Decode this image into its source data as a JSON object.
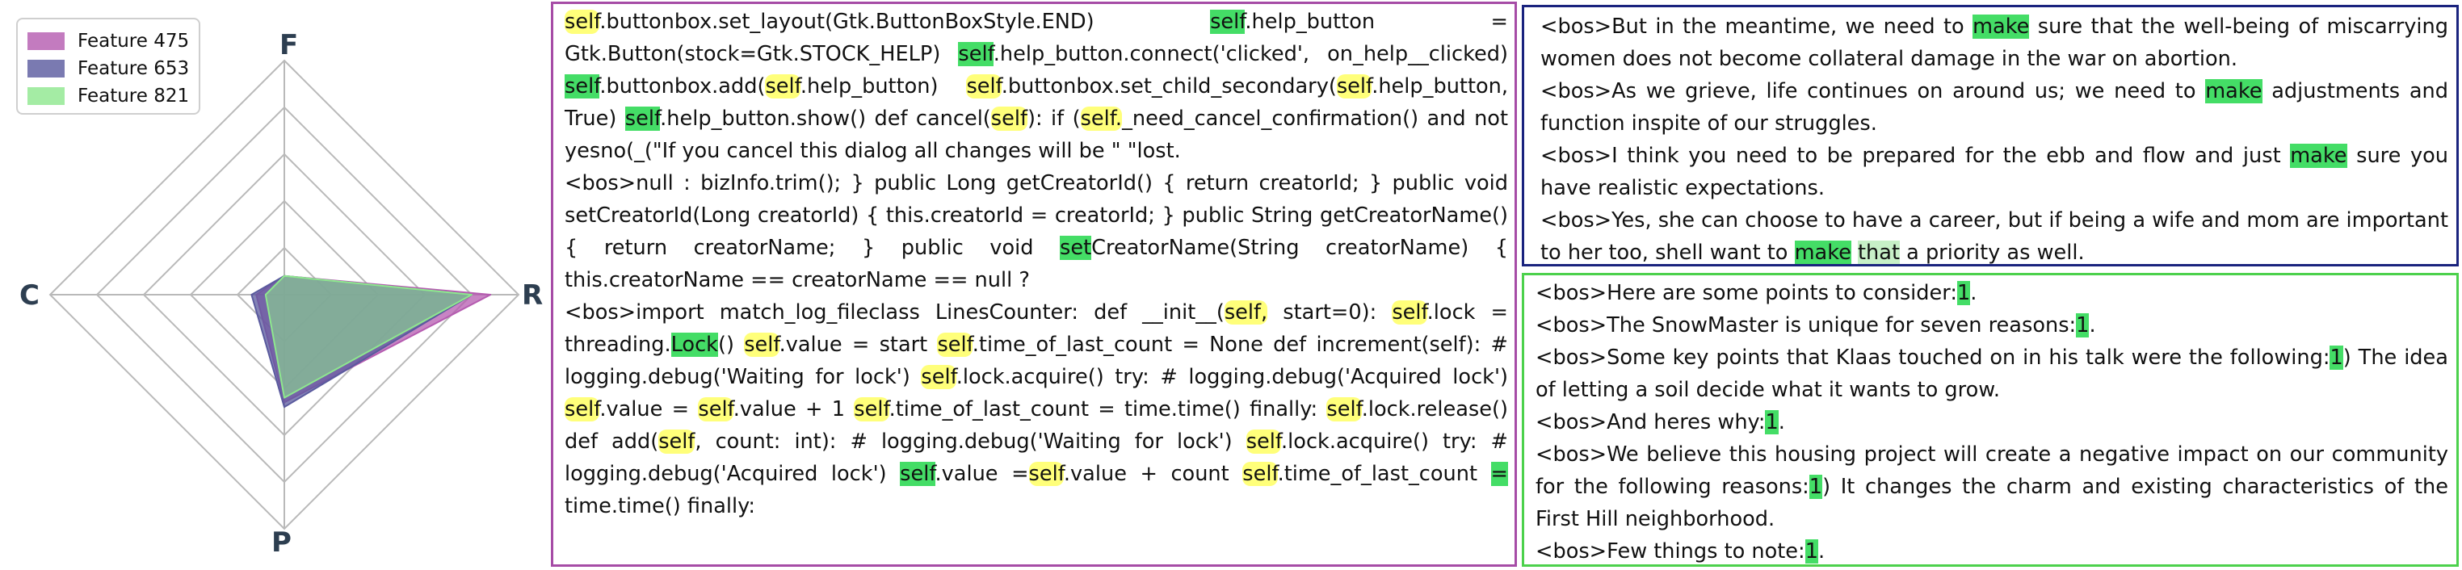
{
  "chart_data": {
    "type": "radar",
    "axes": [
      "F",
      "R",
      "P",
      "C"
    ],
    "rlim": [
      0,
      1
    ],
    "grid": true,
    "legend_position": "top-left",
    "series": [
      {
        "name": "Feature 475",
        "color": "#b55bb0",
        "values": [
          0.08,
          0.88,
          0.46,
          0.12
        ]
      },
      {
        "name": "Feature 653",
        "color": "#5a5a9e",
        "values": [
          0.08,
          0.8,
          0.48,
          0.14
        ]
      },
      {
        "name": "Feature 821",
        "color": "#8ee88e",
        "values": [
          0.08,
          0.8,
          0.44,
          0.08
        ]
      }
    ]
  },
  "code_examples": [
    [
      {
        "t": "self",
        "h": "y"
      },
      {
        "t": ".buttonbox.set_layout(Gtk.ButtonBoxStyle.END) "
      },
      {
        "t": "self",
        "h": "g"
      },
      {
        "t": ".help_button = Gtk.Button(stock=Gtk.STOCK_HELP) "
      },
      {
        "t": "self",
        "h": "g"
      },
      {
        "t": ".help_button.connect('clicked', on_help__clicked) "
      },
      {
        "t": "self",
        "h": "g"
      },
      {
        "t": ".buttonbox.add("
      },
      {
        "t": "self",
        "h": "y"
      },
      {
        "t": ".help_button) "
      },
      {
        "t": "self",
        "h": "y"
      },
      {
        "t": ".buttonbox.set_child_secondary("
      },
      {
        "t": "self",
        "h": "y"
      },
      {
        "t": ".help_button, True) "
      },
      {
        "t": "self",
        "h": "g"
      },
      {
        "t": ".help_button.show() def cancel("
      },
      {
        "t": "self",
        "h": "y"
      },
      {
        "t": "): if ("
      },
      {
        "t": "self.",
        "h": "y"
      },
      {
        "t": "_need_cancel_confirmation() and not yesno(_(\"If you cancel this dialog all changes will be \" \"lost."
      }
    ],
    [
      {
        "t": "<bos>null : bizInfo.trim(); } public Long getCreatorId() { return creatorId; } public void setCreatorId(Long creatorId) { this.creatorId = creatorId; } public String getCreatorName() { return creatorName; } public void "
      },
      {
        "t": "set",
        "h": "g"
      },
      {
        "t": "CreatorName(String creatorName) { this.creatorName == creatorName == null ?"
      }
    ],
    [
      {
        "t": "<bos>import match_log_fileclass LinesCounter: def __init__("
      },
      {
        "t": "self,",
        "h": "y"
      },
      {
        "t": " start=0): "
      },
      {
        "t": "self",
        "h": "y"
      },
      {
        "t": ".lock = threading."
      },
      {
        "t": "Lock",
        "h": "g"
      },
      {
        "t": "() "
      },
      {
        "t": "self",
        "h": "y"
      },
      {
        "t": ".value = start "
      },
      {
        "t": "self",
        "h": "y"
      },
      {
        "t": ".time_of_last_count = None def increment(self): # logging.debug('Waiting for lock') "
      },
      {
        "t": "self",
        "h": "y"
      },
      {
        "t": ".lock.acquire() try: # logging.debug('Acquired lock') "
      },
      {
        "t": "self",
        "h": "y"
      },
      {
        "t": ".value = "
      },
      {
        "t": "self",
        "h": "y"
      },
      {
        "t": ".value + 1 "
      },
      {
        "t": "self",
        "h": "y"
      },
      {
        "t": ".time_of_last_count = time.time() finally: "
      },
      {
        "t": "self",
        "h": "y"
      },
      {
        "t": ".lock.release() def add("
      },
      {
        "t": "self",
        "h": "y"
      },
      {
        "t": ", count: int): # logging.debug('Waiting for lock') "
      },
      {
        "t": "self",
        "h": "y"
      },
      {
        "t": ".lock.acquire() try: # logging.debug('Acquired lock') "
      },
      {
        "t": "self",
        "h": "g"
      },
      {
        "t": ".value ="
      },
      {
        "t": "self",
        "h": "y"
      },
      {
        "t": ".value + count "
      },
      {
        "t": "self",
        "h": "y"
      },
      {
        "t": ".time_of_last_count "
      },
      {
        "t": "=",
        "h": "g"
      },
      {
        "t": " time.time() finally:"
      }
    ]
  ],
  "make_examples": [
    [
      {
        "t": "<bos>But in the meantime, we need to "
      },
      {
        "t": "make",
        "h": "g"
      },
      {
        "t": " sure that the well-being of miscarrying women does not become collateral damage in the war on abortion."
      }
    ],
    [
      {
        "t": "<bos>As we grieve, life continues on around us; we need to "
      },
      {
        "t": "make",
        "h": "g"
      },
      {
        "t": " adjustments and function inspite of our struggles."
      }
    ],
    [
      {
        "t": "<bos>I think you need to be prepared for the ebb and flow and just "
      },
      {
        "t": "make",
        "h": "g"
      },
      {
        "t": " sure you have realistic expectations."
      }
    ],
    [
      {
        "t": "<bos>Yes, she can choose to have a career, but if being a wife and mom are important to her too, shell want to "
      },
      {
        "t": "make",
        "h": "g"
      },
      {
        "t": " "
      },
      {
        "t": "that",
        "h": "pg"
      },
      {
        "t": " a priority as well."
      }
    ]
  ],
  "list_examples": [
    [
      {
        "t": "<bos>Here are some points to consider:"
      },
      {
        "t": "1",
        "h": "g"
      },
      {
        "t": "."
      }
    ],
    [
      {
        "t": "<bos>The SnowMaster is unique for seven reasons:"
      },
      {
        "t": "1",
        "h": "g"
      },
      {
        "t": "."
      }
    ],
    [
      {
        "t": "<bos>Some key points that Klaas touched on in his talk were the following:"
      },
      {
        "t": "1",
        "h": "g"
      },
      {
        "t": ") The idea of letting a soil decide what it wants to grow."
      }
    ],
    [
      {
        "t": "<bos>And heres why:"
      },
      {
        "t": "1",
        "h": "g"
      },
      {
        "t": "."
      }
    ],
    [
      {
        "t": "<bos>We believe this housing project will create a negative impact on our community for the following reasons:"
      },
      {
        "t": "1",
        "h": "g"
      },
      {
        "t": ") It changes the charm and existing characteristics of the First Hill neighborhood."
      }
    ],
    [
      {
        "t": "<bos>Few things to note:"
      },
      {
        "t": "1",
        "h": "g"
      },
      {
        "t": "."
      }
    ]
  ]
}
